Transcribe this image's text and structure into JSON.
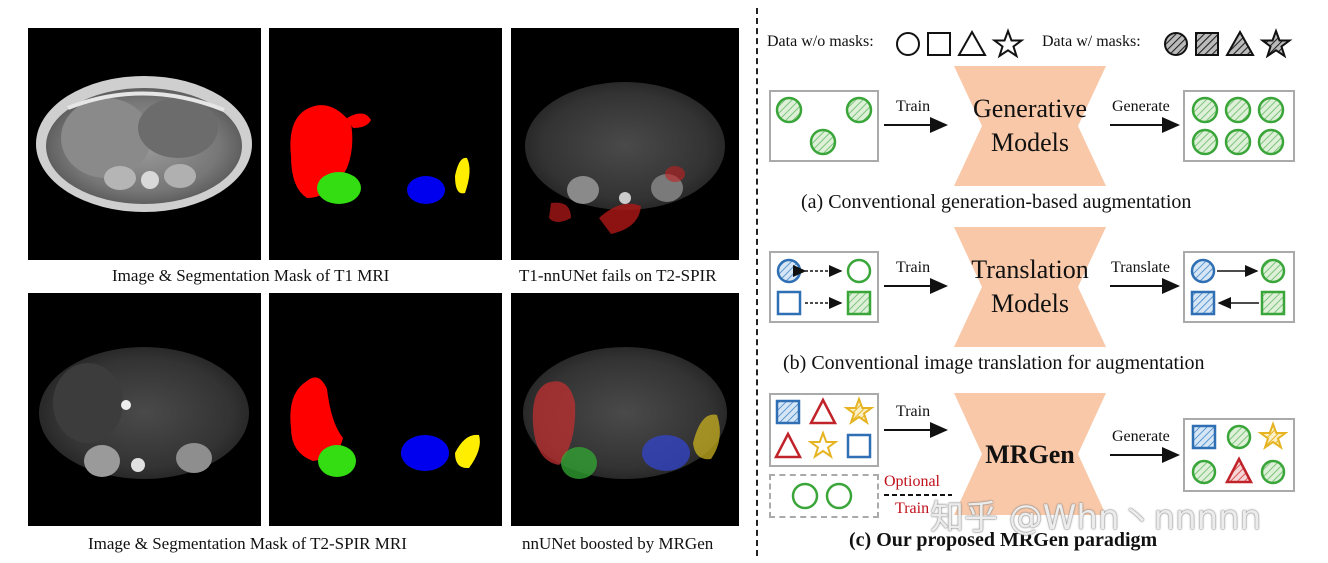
{
  "left": {
    "row1_caption_a": "Image & Segmentation Mask of T1 MRI",
    "row1_caption_b": "T1-nnUNet fails on T2-SPIR",
    "row2_caption_a": "Image & Segmentation Mask of T2-SPIR MRI",
    "row2_caption_b": "nnUNet boosted by MRGen"
  },
  "legend": {
    "without_masks": "Data w/o masks:",
    "with_masks": "Data w/ masks:"
  },
  "section_a": {
    "arrow_in": "Train",
    "model_line1": "Generative",
    "model_line2": "Models",
    "arrow_out": "Generate",
    "caption": "(a) Conventional generation-based augmentation"
  },
  "section_b": {
    "arrow_in": "Train",
    "model_line1": "Translation",
    "model_line2": "Models",
    "arrow_out": "Translate",
    "caption": "(b) Conventional image translation for augmentation"
  },
  "section_c": {
    "arrow_in": "Train",
    "model": "MRGen",
    "arrow_out": "Generate",
    "optional_line1": "Optional",
    "optional_line2": "Train",
    "caption": "(c) Our proposed MRGen paradigm"
  },
  "colors": {
    "green": "#3aa63a",
    "blue": "#2f6fb3",
    "red": "#c0232a",
    "yellow": "#e6b422",
    "model_fill": "#f8c8a8"
  },
  "watermark": "知乎 @Whn丶nnnnn"
}
